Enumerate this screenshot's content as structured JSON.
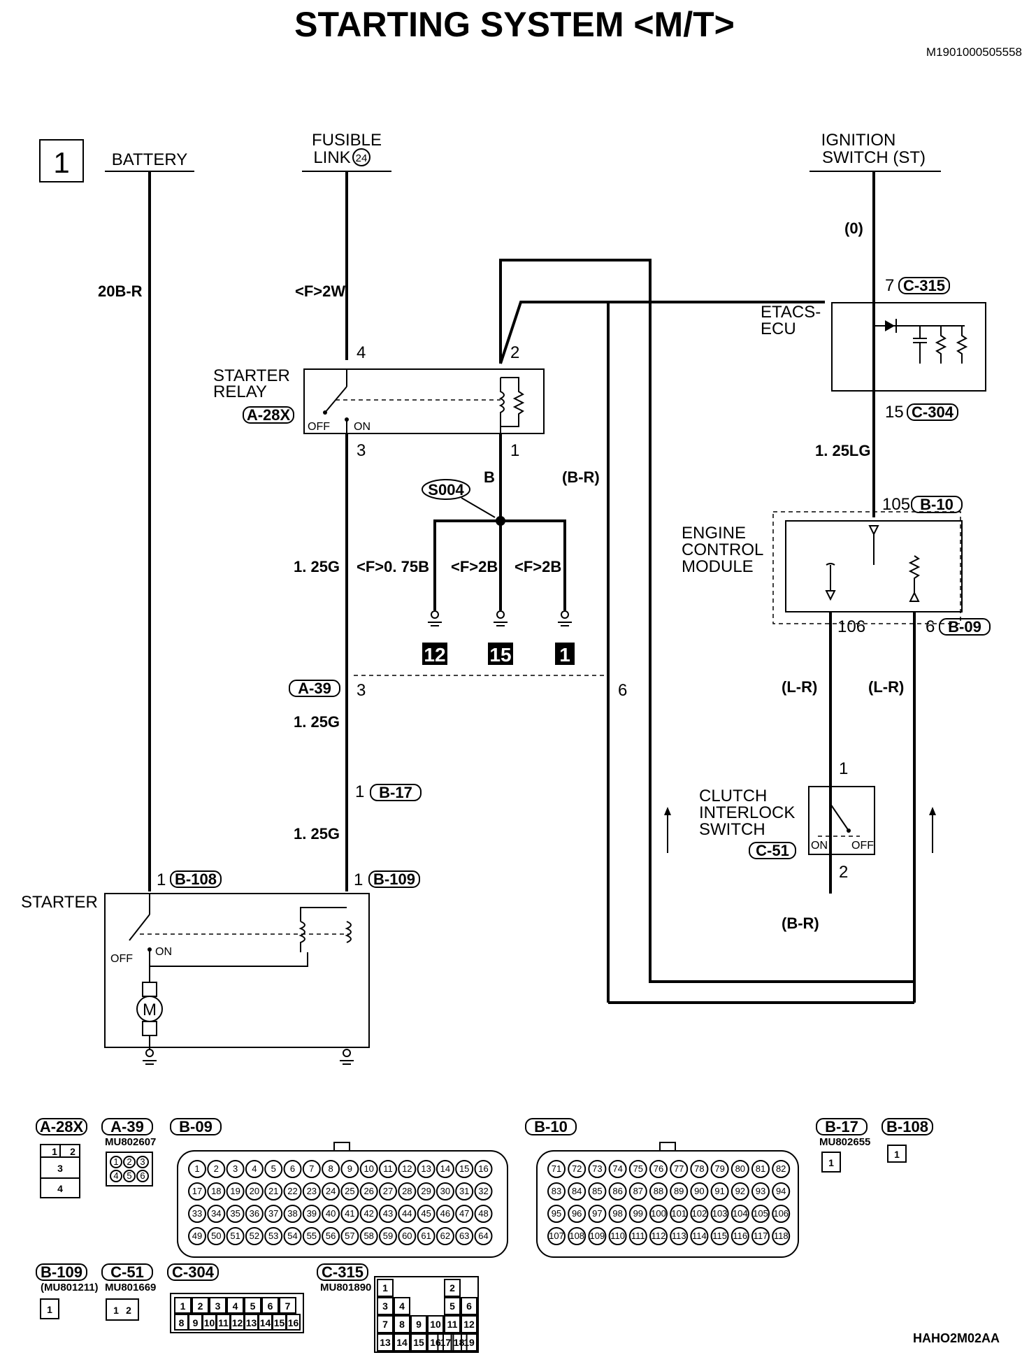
{
  "title": "STARTING SYSTEM <M/T>",
  "doc_id": "M1901000505558",
  "page_number": "1",
  "footer_code": "HAHO2M02AA",
  "sources": {
    "battery": "BATTERY",
    "fusible_link_line1": "FUSIBLE",
    "fusible_link_line2": "LINK",
    "fusible_link_num": "24",
    "ignition_line1": "IGNITION",
    "ignition_line2": "SWITCH (ST)"
  },
  "components": {
    "starter_relay_line1": "STARTER",
    "starter_relay_line2": "RELAY",
    "starter_relay_conn": "A-28X",
    "etacs_line1": "ETACS-",
    "etacs_line2": "ECU",
    "ecm_line1": "ENGINE",
    "ecm_line2": "CONTROL",
    "ecm_line3": "MODULE",
    "clutch_line1": "CLUTCH",
    "clutch_line2": "INTERLOCK",
    "clutch_line3": "SWITCH",
    "clutch_conn": "C-51",
    "starter": "STARTER",
    "splice": "S004",
    "off": "OFF",
    "on": "ON",
    "motor": "M"
  },
  "wires": {
    "battery_wire": "20B-R",
    "fusible_wire": "<F>2W",
    "ign_wire": "(0)",
    "etacs_ecm_wire": "1. 25LG",
    "relay_a39_wire": "1. 25G",
    "a39_b17_wire": "1. 25G",
    "b17_b109_wire": "1. 25G",
    "ground1_wire": "<F>0. 75B",
    "ground2_wire": "<F>2B",
    "ground3_wire": "<F>2B",
    "b_label": "B",
    "br_top": "(B-R)",
    "lr_left": "(L-R)",
    "lr_right": "(L-R)",
    "br_clutch": "(B-R)"
  },
  "pins": {
    "relay_4": "4",
    "relay_2": "2",
    "relay_3": "3",
    "relay_1": "1",
    "etacs_7": "7",
    "etacs_15": "15",
    "ecm_105": "105",
    "ecm_106": "106",
    "ecm_6": "6",
    "a39_3": "3",
    "a39_6": "6",
    "b17_1": "1",
    "clutch_1": "1",
    "clutch_2": "2",
    "b108_1": "1",
    "b109_1": "1"
  },
  "connectors": {
    "c315": "C-315",
    "c304": "C-304",
    "b10": "B-10",
    "b09": "B-09",
    "a39": "A-39",
    "b17": "B-17",
    "b108": "B-108",
    "b109": "B-109"
  },
  "grounds": [
    "12",
    "15",
    "1"
  ],
  "legend": {
    "a28x": {
      "label": "A-28X",
      "cells": [
        "1",
        "2",
        "3",
        "4"
      ]
    },
    "a39": {
      "label": "A-39",
      "part": "MU802607",
      "pins": [
        "1",
        "2",
        "3",
        "4",
        "5",
        "6"
      ]
    },
    "b09": {
      "label": "B-09"
    },
    "b10": {
      "label": "B-10"
    },
    "b17": {
      "label": "B-17",
      "part": "MU802655",
      "pins": [
        "1"
      ]
    },
    "b108": {
      "label": "B-108",
      "pins": [
        "1"
      ]
    },
    "b109": {
      "label": "B-109",
      "part": "(MU801211)",
      "pins": [
        "1"
      ]
    },
    "c51": {
      "label": "C-51",
      "part": "MU801669",
      "pins": [
        "1",
        "2"
      ]
    },
    "c304": {
      "label": "C-304",
      "row1": [
        "1",
        "2",
        "3",
        "4",
        "5",
        "6",
        "7"
      ],
      "row2": [
        "8",
        "9",
        "10",
        "11",
        "12",
        "13",
        "14",
        "15",
        "16"
      ]
    },
    "c315": {
      "label": "C-315",
      "part": "MU801890",
      "pins": [
        "1",
        "2",
        "3",
        "4",
        "5",
        "6",
        "7",
        "8",
        "9",
        "10",
        "11",
        "12",
        "13",
        "14",
        "15",
        "16",
        "17",
        "18",
        "19"
      ]
    }
  }
}
